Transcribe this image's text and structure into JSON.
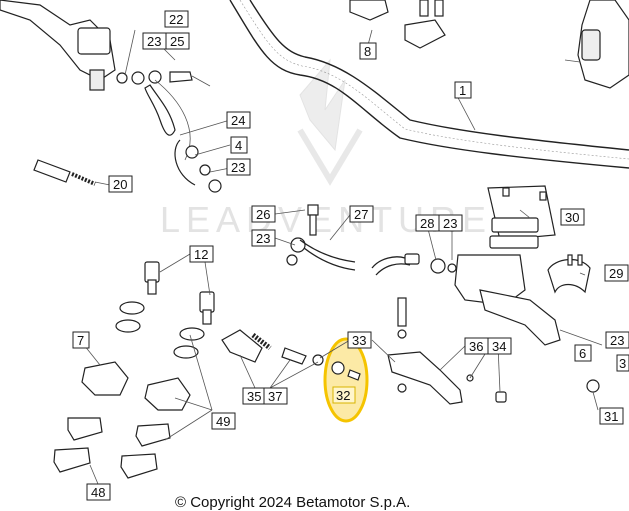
{
  "watermark": "LEADVENTURE",
  "copyright": "© Copyright 2024 Betamotor S.p.A.",
  "highlight": {
    "part": "32",
    "color": "#f5c400"
  },
  "labels": {
    "l22": "22",
    "l23a": "23",
    "l25": "25",
    "l8": "8",
    "l1": "1",
    "l24": "24",
    "l4": "4",
    "l23b": "23",
    "l20": "20",
    "l30": "30",
    "l26": "26",
    "l27": "27",
    "l28": "28",
    "l23c": "23",
    "l23d": "23",
    "l12": "12",
    "l29": "29",
    "l7": "7",
    "l33": "33",
    "l23e": "23",
    "l3": "3",
    "l36": "36",
    "l34": "34",
    "l6": "6",
    "l35": "35",
    "l37": "37",
    "l32": "32",
    "l49": "49",
    "l31": "31",
    "l48": "48"
  }
}
